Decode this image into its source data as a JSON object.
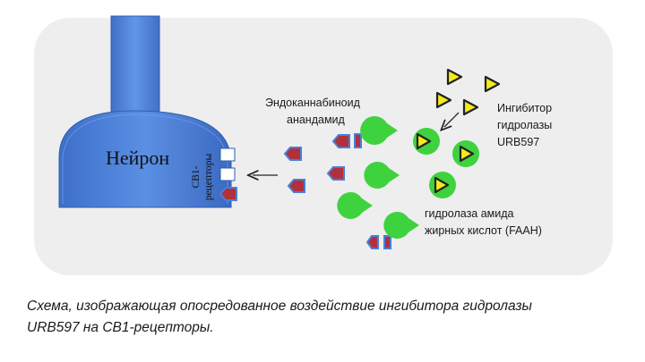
{
  "diagram": {
    "neuron_label": "Нейрон",
    "receptors_label_line1": "CB1-",
    "receptors_label_line2": "рецепторы",
    "endocannabinoid_line1": "Эндоканнабиноид",
    "endocannabinoid_line2": "анандамид",
    "inhibitor_line1": "Ингибитор",
    "inhibitor_line2": "гидролазы",
    "inhibitor_line3": "URB597",
    "faah_line1": "гидролаза амида",
    "faah_line2": "жирных кислот (FAAH)"
  },
  "caption": {
    "line1": "Схема, изображающая опосредованное воздействие ингибитора гидролазы",
    "line2": "URB597 на CB1-рецепторы."
  },
  "colors": {
    "background_panel": "#eeeeee",
    "neuron_blue": "#4a7fd8",
    "neuron_dark": "#2f5fae",
    "enzyme_green": "#3fd23f",
    "inhibitor_yellow": "#f3ea1d",
    "anandamide_red": "#b2303c"
  }
}
